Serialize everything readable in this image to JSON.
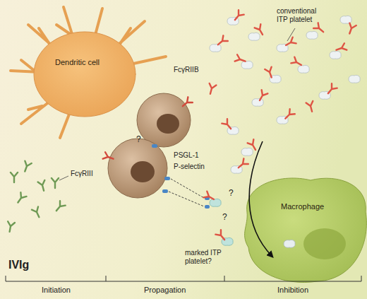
{
  "diagram": {
    "nodes": [
      {
        "text": [
          "Dendritic cell"
        ]
      },
      {
        "text": [
          "Macrophage"
        ]
      }
    ],
    "labels": [
      "conventional ITP platelet",
      "FcγRIIB",
      "?",
      "PSGL-1",
      "P-selectin",
      "FcγRIII",
      "?",
      "?",
      "marked ITP platelet?",
      "IVIg",
      "Initiation",
      "Propagation",
      "Inhibition"
    ]
  }
}
